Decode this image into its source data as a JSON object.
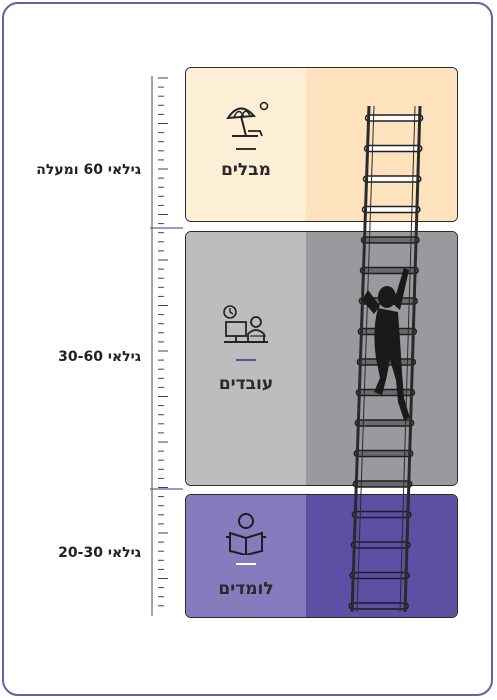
{
  "stages": [
    {
      "id": "retired",
      "title": "מבלים",
      "age_label": "גילאי 60 ומעלה",
      "icon": "beach-umbrella-icon",
      "colors": {
        "left": "#fdeed6",
        "right": "#fde2bd",
        "dash": "#333333"
      }
    },
    {
      "id": "working",
      "title": "עובדים",
      "age_label": "גילאי 30-60",
      "icon": "office-worker-icon",
      "colors": {
        "left": "#bdbdc0",
        "right": "#9a9a9e",
        "dash": "#5b4fa0"
      }
    },
    {
      "id": "studying",
      "title": "לומדים",
      "age_label": "גילאי 20-30",
      "icon": "reading-person-icon",
      "colors": {
        "left": "#877bbd",
        "right": "#5b50a4",
        "dash": "#ffffff"
      }
    }
  ],
  "colors": {
    "frame": "#6c5ca8",
    "ruler": "#444444",
    "climber": "#1a1a1a"
  }
}
